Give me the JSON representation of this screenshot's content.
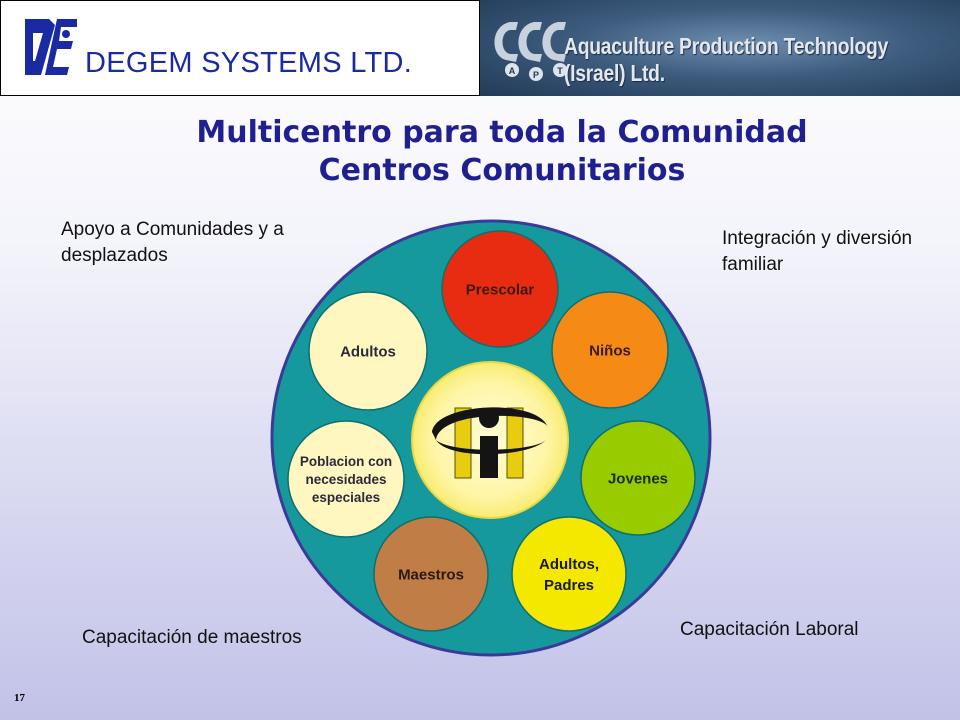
{
  "header": {
    "company_name": "DEGEM SYSTEMS LTD.",
    "partner_name": "Aquaculture Production Technology (Israel) Ltd.",
    "partner_logo_letters": [
      "A",
      "P",
      "T"
    ]
  },
  "title": {
    "line1": "Multicentro para toda la Comunidad",
    "line2": "Centros Comunitarios"
  },
  "corners": {
    "top_left": "Apoyo a Comunidades y a desplazados",
    "top_right": "Integración y diversión familiar",
    "bottom_left": "Capacitación de maestros",
    "bottom_right": "Capacitación Laboral"
  },
  "diagram": {
    "outer_color": "#16999c",
    "outer_border": "#3a3a9a",
    "center_color": "#fff3a0",
    "center_icon": "community-center-logo",
    "nodes": [
      {
        "id": "prescolar",
        "lines": [
          "Prescolar"
        ],
        "color": "#e82c12",
        "text_color": "#3a1a10"
      },
      {
        "id": "ninos",
        "lines": [
          "Niños"
        ],
        "color": "#f58a14",
        "text_color": "#3a1a10"
      },
      {
        "id": "jovenes",
        "lines": [
          "Jovenes"
        ],
        "color": "#99cc00",
        "text_color": "#1a2a10"
      },
      {
        "id": "adultos-padres",
        "lines": [
          "Adultos,",
          "Padres"
        ],
        "color": "#f5e800",
        "text_color": "#1a1a10"
      },
      {
        "id": "maestros",
        "lines": [
          "Maestros"
        ],
        "color": "#c07d45",
        "text_color": "#2a1a10"
      },
      {
        "id": "poblacion",
        "lines": [
          "Poblacion con",
          "necesidades",
          "especiales"
        ],
        "color": "#fff6c0",
        "text_color": "#2a2a3a"
      },
      {
        "id": "adultos",
        "lines": [
          "Adultos"
        ],
        "color": "#fff6c0",
        "text_color": "#2a2a3a"
      }
    ]
  },
  "page_number": "17"
}
